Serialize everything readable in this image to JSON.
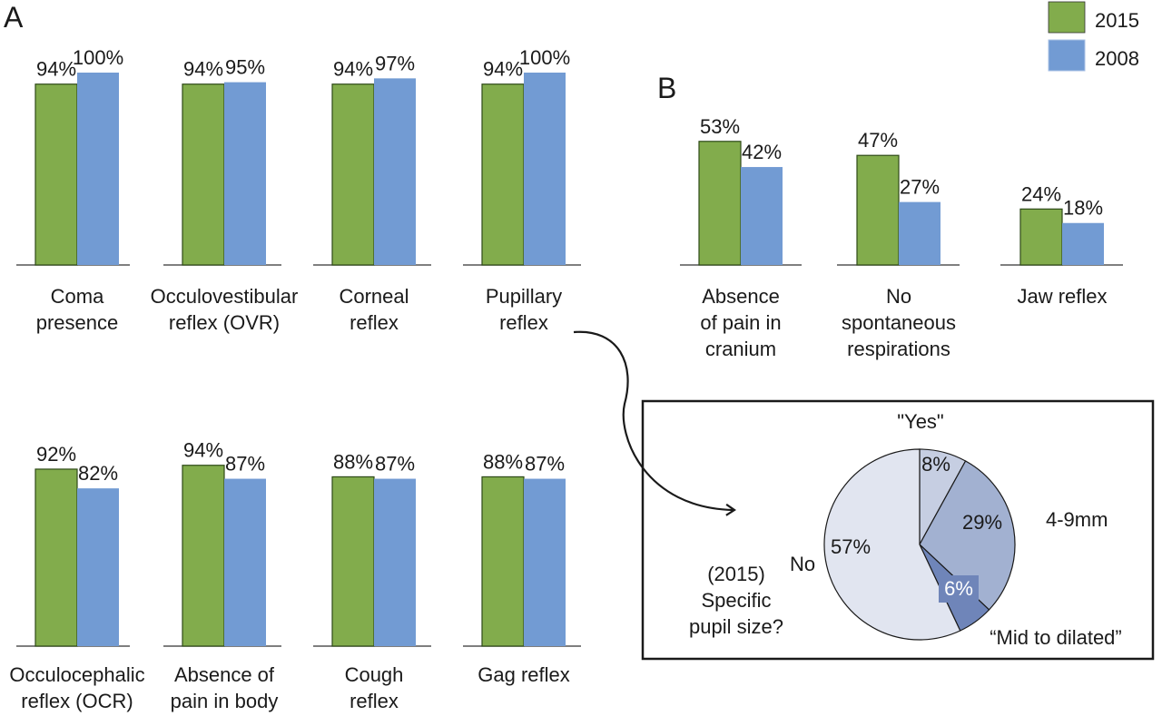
{
  "colors": {
    "series_2015": "#82ac4c",
    "series_2008": "#729bd3",
    "axis": "#555555",
    "pie_no": "#e1e5f0",
    "pie_yes": "#c6cee2",
    "pie_4_9": "#a2b1d1",
    "pie_mid": "#6f85b9"
  },
  "panel_labels": {
    "a": "A",
    "b": "B"
  },
  "legend": [
    {
      "label": "2015",
      "color": "#82ac4c"
    },
    {
      "label": "2008",
      "color": "#729bd3"
    }
  ],
  "chart_data": [
    {
      "type": "bar",
      "panel": "A",
      "row": 1,
      "categories": [
        [
          "Coma",
          "presence"
        ],
        [
          "Occulovestibular",
          "reflex (OVR)"
        ],
        [
          "Corneal",
          "reflex"
        ],
        [
          "Pupillary",
          "reflex"
        ]
      ],
      "series": [
        {
          "name": "2015",
          "values": [
            94,
            94,
            94,
            94
          ],
          "labels": [
            "94%",
            "94%",
            "94%",
            "94%"
          ]
        },
        {
          "name": "2008",
          "values": [
            100,
            95,
            97,
            100
          ],
          "labels": [
            "100%",
            "95%",
            "97%",
            "100%"
          ]
        }
      ],
      "ylim": [
        0,
        100
      ]
    },
    {
      "type": "bar",
      "panel": "A",
      "row": 2,
      "categories": [
        [
          "Occulocephalic",
          "reflex (OCR)"
        ],
        [
          "Absence of",
          "pain in body"
        ],
        [
          "Cough",
          "reflex"
        ],
        [
          "Gag reflex"
        ]
      ],
      "series": [
        {
          "name": "2015",
          "values": [
            92,
            94,
            88,
            88
          ],
          "labels": [
            "92%",
            "94%",
            "88%",
            "88%"
          ]
        },
        {
          "name": "2008",
          "values": [
            82,
            87,
            87,
            87
          ],
          "labels": [
            "82%",
            "87%",
            "87%",
            "87%"
          ]
        }
      ],
      "ylim": [
        0,
        100
      ]
    },
    {
      "type": "bar",
      "panel": "B",
      "categories": [
        [
          "Absence",
          "of pain in",
          "cranium"
        ],
        [
          "No",
          "spontaneous",
          "respirations"
        ],
        [
          "Jaw reflex"
        ]
      ],
      "series": [
        {
          "name": "2015",
          "values": [
            53,
            47,
            24
          ],
          "labels": [
            "53%",
            "47%",
            "24%"
          ]
        },
        {
          "name": "2008",
          "values": [
            42,
            27,
            18
          ],
          "labels": [
            "42%",
            "27%",
            "18%"
          ]
        }
      ],
      "ylim": [
        0,
        100
      ]
    },
    {
      "type": "pie",
      "panel": "inset",
      "question": [
        "(2015)",
        "Specific",
        "pupil size?"
      ],
      "slices": [
        {
          "value": 8,
          "label": "8%",
          "category": "\"Yes\"",
          "color": "#c6cee2"
        },
        {
          "value": 29,
          "label": "29%",
          "category": "4-9mm",
          "color": "#a2b1d1"
        },
        {
          "value": 6,
          "label": "6%",
          "category": "“Mid to dilated”",
          "color": "#6f85b9"
        },
        {
          "value": 57,
          "label": "57%",
          "category": "No",
          "color": "#e1e5f0"
        }
      ]
    }
  ]
}
